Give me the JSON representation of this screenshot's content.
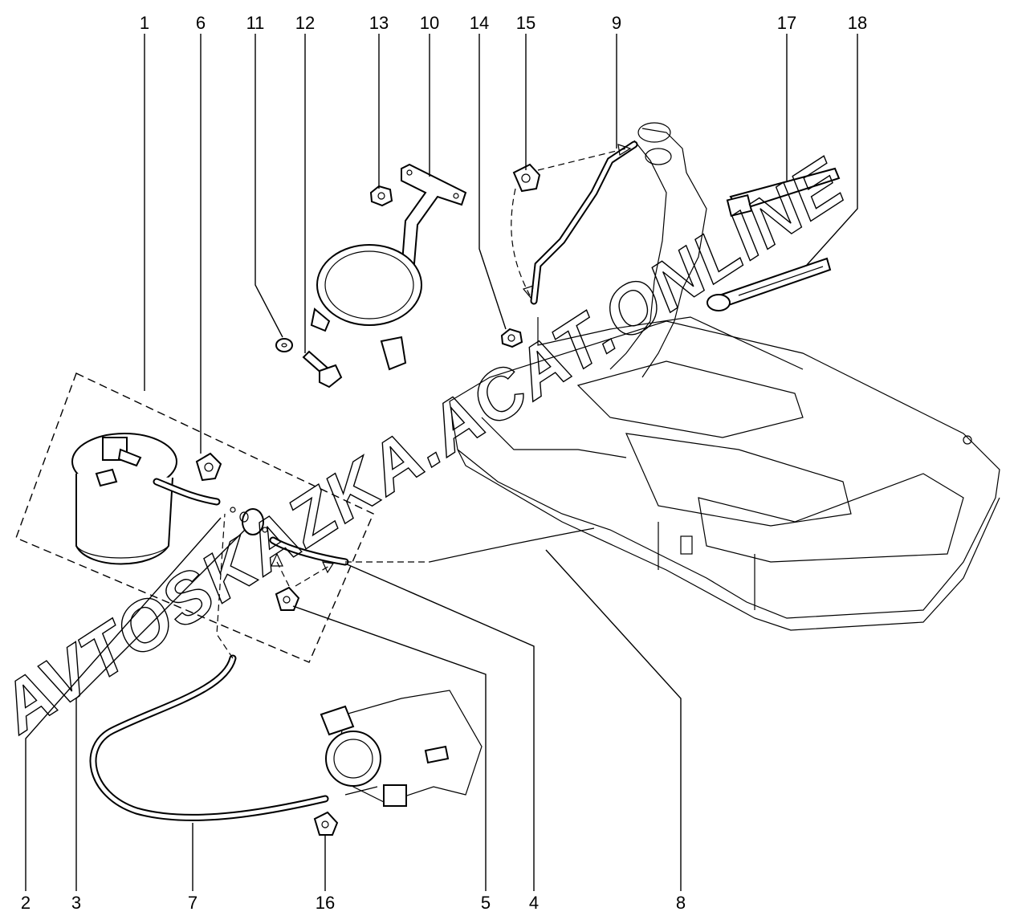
{
  "callouts": {
    "top": [
      "1",
      "6",
      "11",
      "12",
      "13",
      "10",
      "14",
      "15",
      "9",
      "17",
      "18"
    ],
    "bottom": [
      "2",
      "3",
      "7",
      "16",
      "5",
      "4",
      "8"
    ]
  },
  "watermark": "AVTOSKAZKA.ACAT.ONLINE"
}
